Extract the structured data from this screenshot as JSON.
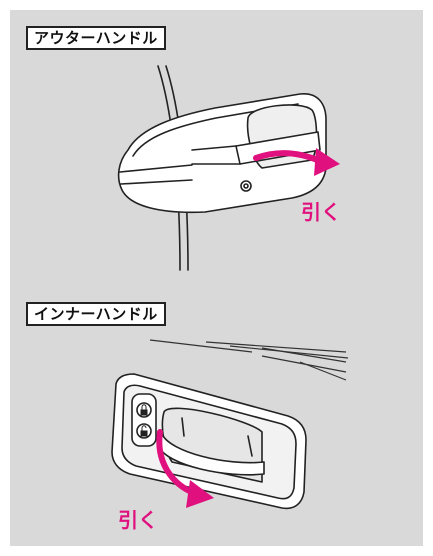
{
  "sections": [
    {
      "title": "アウターハンドル",
      "action": "引く"
    },
    {
      "title": "インナーハンドル",
      "action": "引く"
    }
  ],
  "colors": {
    "panel": "#d9d9d9",
    "arrow": "#e0117f",
    "line": "#222222"
  },
  "icons": {
    "outer": "door-outer-handle-illustration",
    "inner": "door-inner-handle-illustration",
    "pull_arrow": "curved-arrow-icon",
    "lock_icon": "padlock-icon"
  }
}
